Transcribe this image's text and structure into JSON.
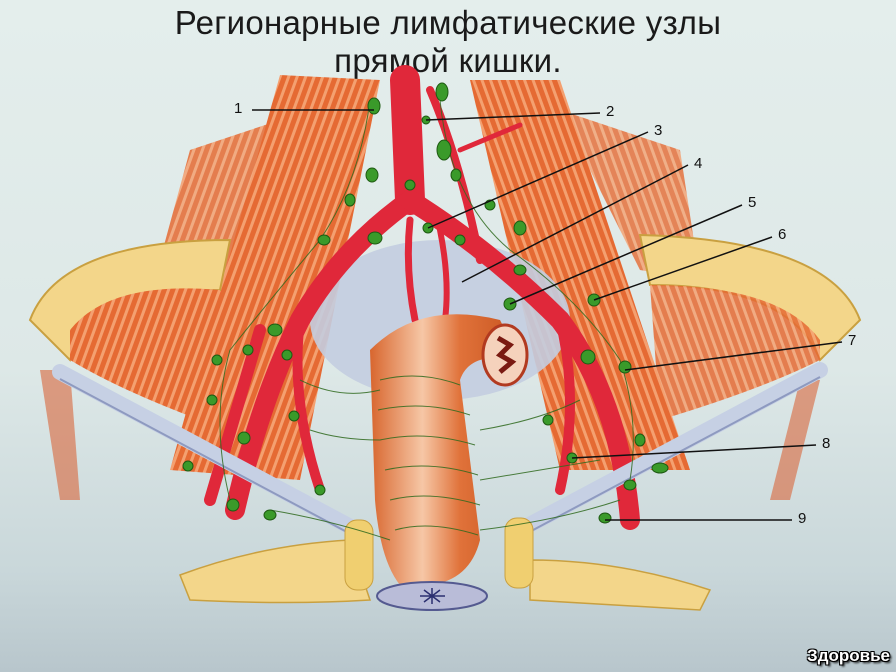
{
  "title": {
    "line1": "Регионарные лимфатические узлы",
    "line2": "прямой кишки."
  },
  "labels": [
    {
      "id": "1",
      "text": "1"
    },
    {
      "id": "2",
      "text": "2"
    },
    {
      "id": "3",
      "text": "3"
    },
    {
      "id": "4",
      "text": "4"
    },
    {
      "id": "5",
      "text": "5"
    },
    {
      "id": "6",
      "text": "6"
    },
    {
      "id": "7",
      "text": "7"
    },
    {
      "id": "8",
      "text": "8"
    },
    {
      "id": "9",
      "text": "9"
    }
  ],
  "watermark": "Здоровье",
  "colors": {
    "background": "#dfe9e8",
    "muscle": "#d9582a",
    "artery": "#e0283a",
    "lymph_node": "#3a9a2a",
    "bone": "#f1d27a",
    "ligament": "#c8d3e6",
    "rectum": "#e07a45"
  }
}
